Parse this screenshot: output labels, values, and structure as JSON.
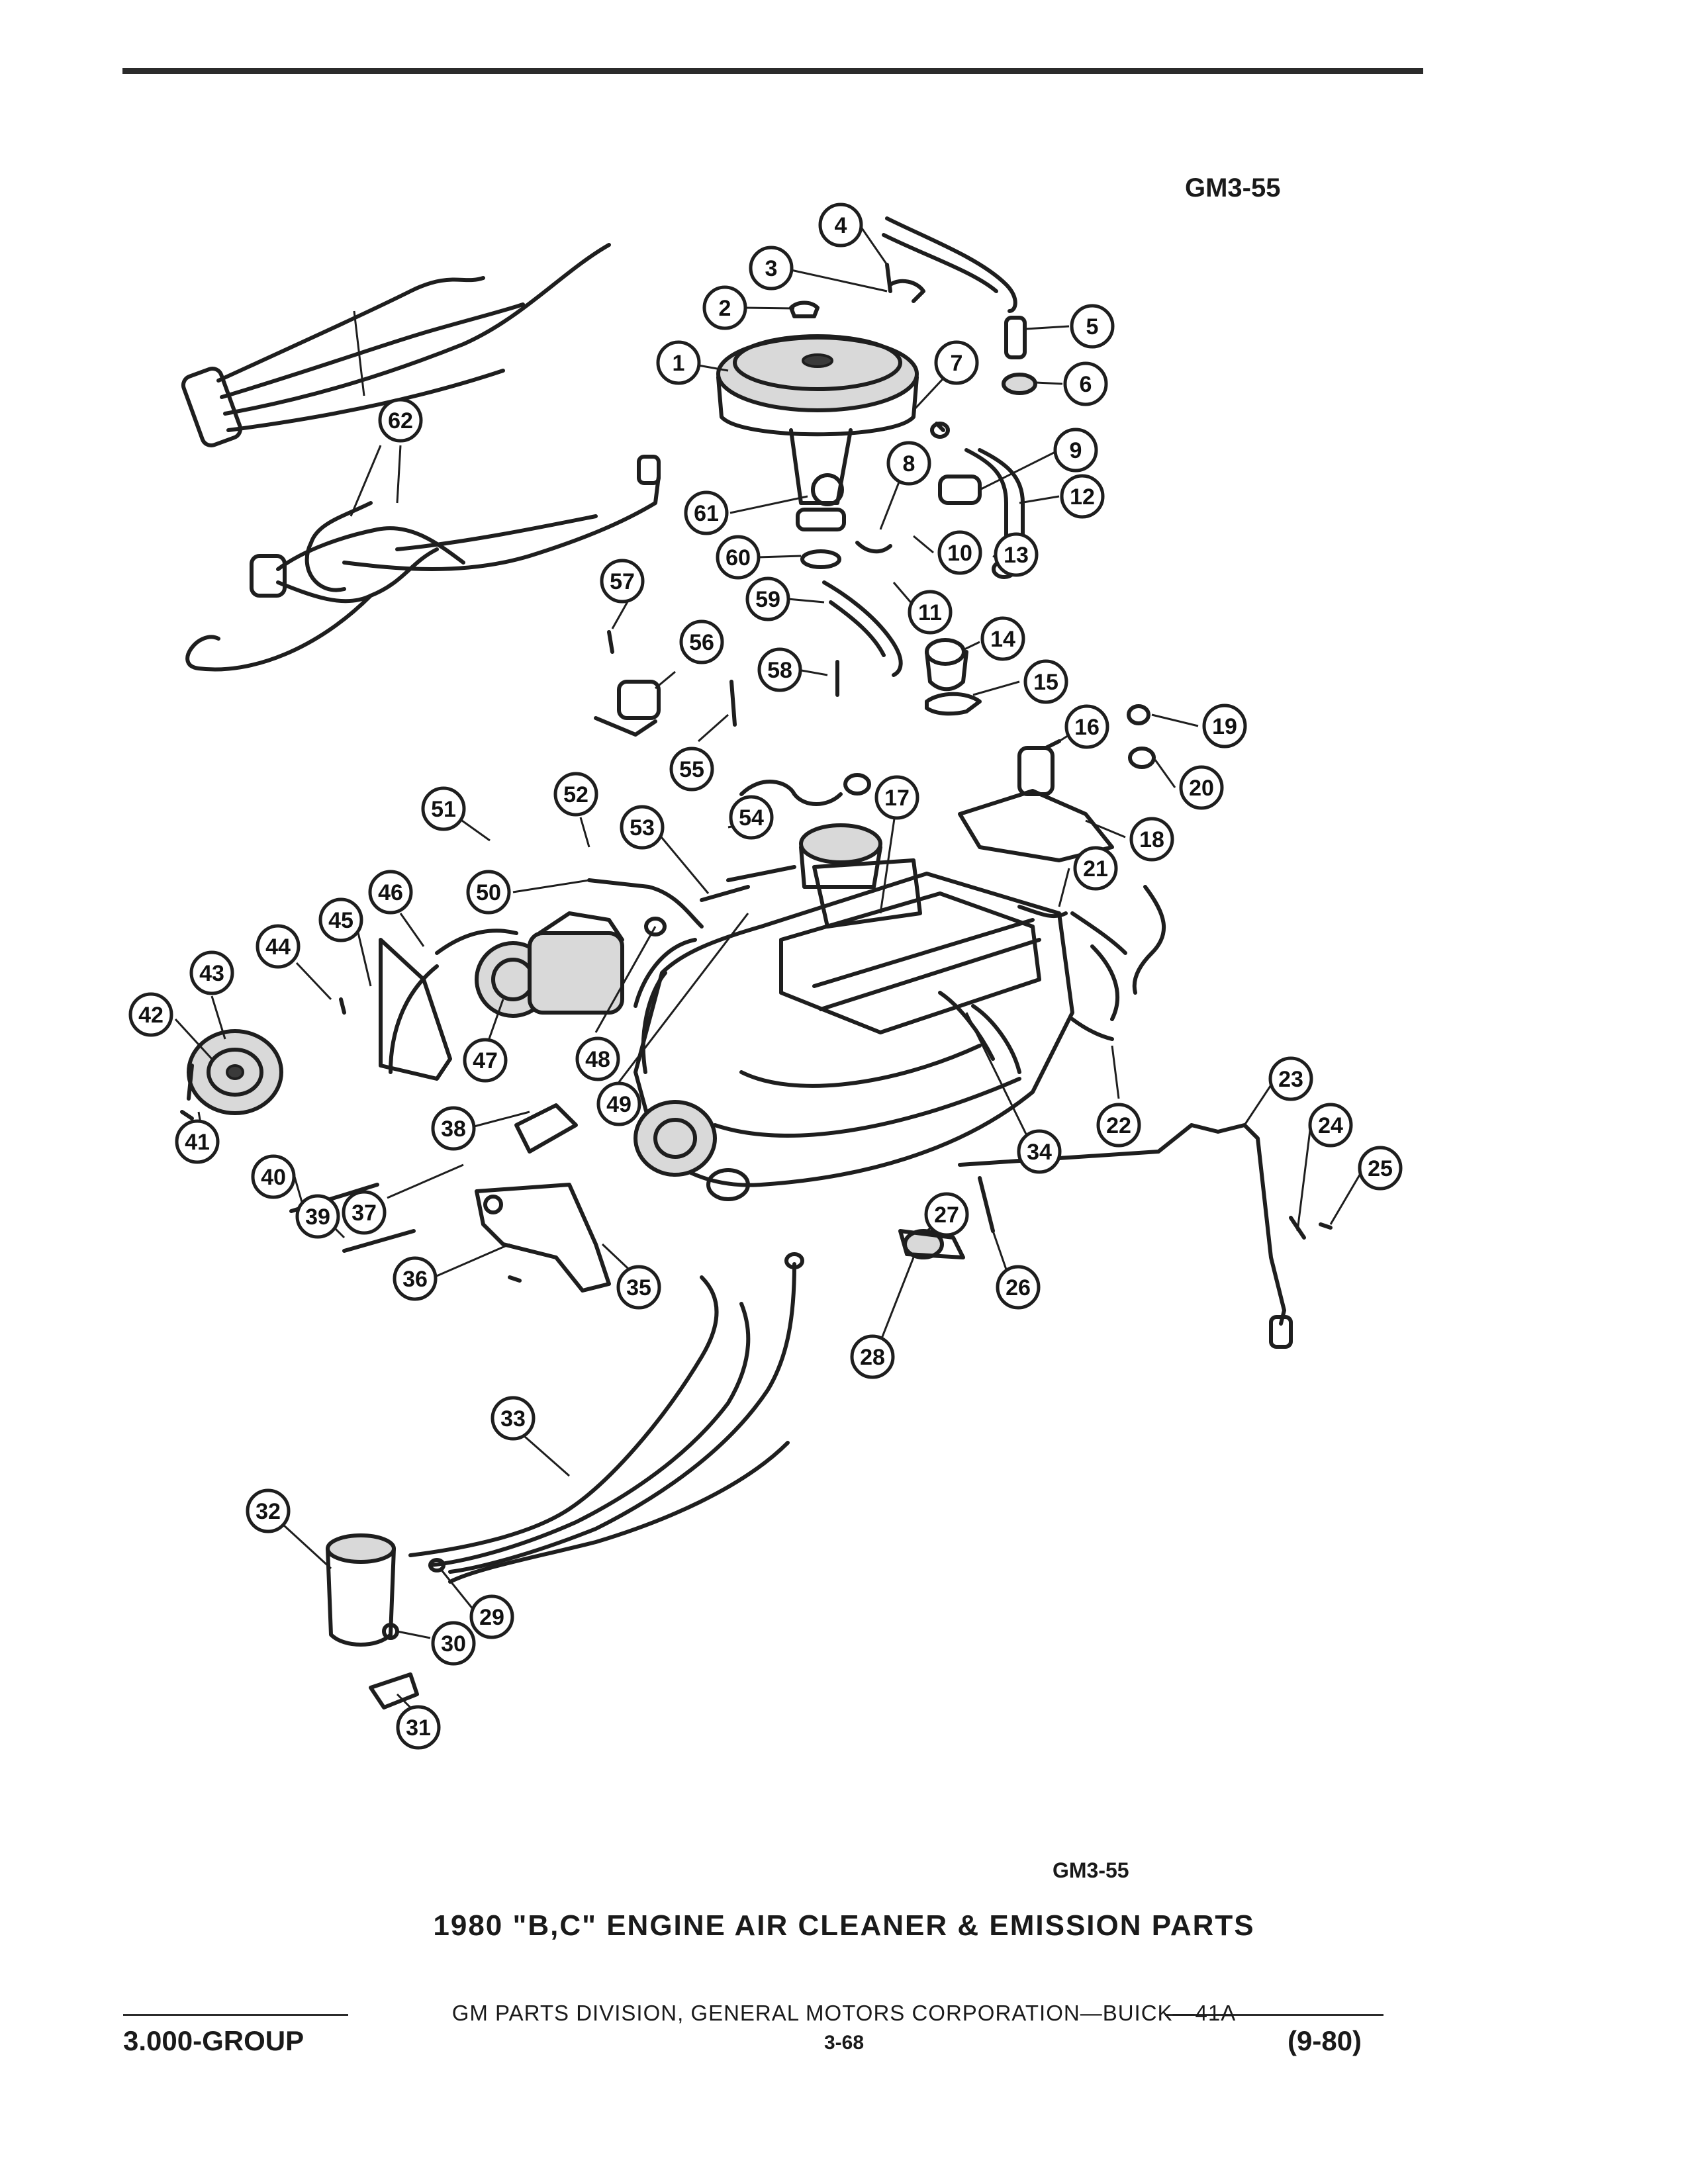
{
  "header": {
    "figure_code": "GM3-55"
  },
  "diagram": {
    "figure_code": "GM3-55",
    "title": "1980 \"B,C\" ENGINE AIR CLEANER & EMISSION PARTS",
    "callouts": [
      "1",
      "2",
      "3",
      "4",
      "5",
      "6",
      "7",
      "8",
      "9",
      "10",
      "11",
      "12",
      "13",
      "14",
      "15",
      "16",
      "17",
      "18",
      "19",
      "20",
      "21",
      "22",
      "23",
      "24",
      "25",
      "26",
      "27",
      "28",
      "29",
      "30",
      "31",
      "32",
      "33",
      "34",
      "35",
      "36",
      "37",
      "38",
      "39",
      "40",
      "41",
      "42",
      "43",
      "44",
      "45",
      "46",
      "47",
      "48",
      "49",
      "50",
      "51",
      "52",
      "53",
      "54",
      "55",
      "56",
      "57",
      "58",
      "59",
      "60",
      "61",
      "62"
    ]
  },
  "footer": {
    "publisher": "GM PARTS DIVISION, GENERAL MOTORS CORPORATION—BUICK—41A",
    "group": "3.000-GROUP",
    "page": "3-68",
    "date": "(9-80)"
  }
}
